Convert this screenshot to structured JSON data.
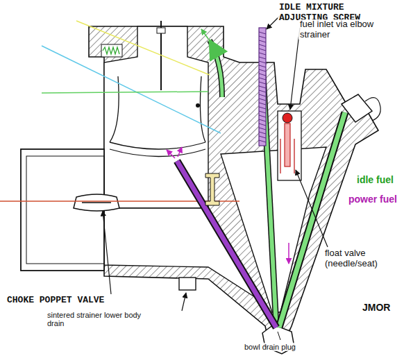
{
  "diagram": {
    "labels": [
      "IDLE MIXTURE ADJUSTING SCREW",
      "fuel inlet via elbow strainer",
      "idle fuel",
      "power fuel",
      "float valve (needle/seat)",
      "CHOKE POPPET VALVE",
      "sintered strainer lower body drain",
      "bowl drain plug",
      "JMOR"
    ]
  }
}
